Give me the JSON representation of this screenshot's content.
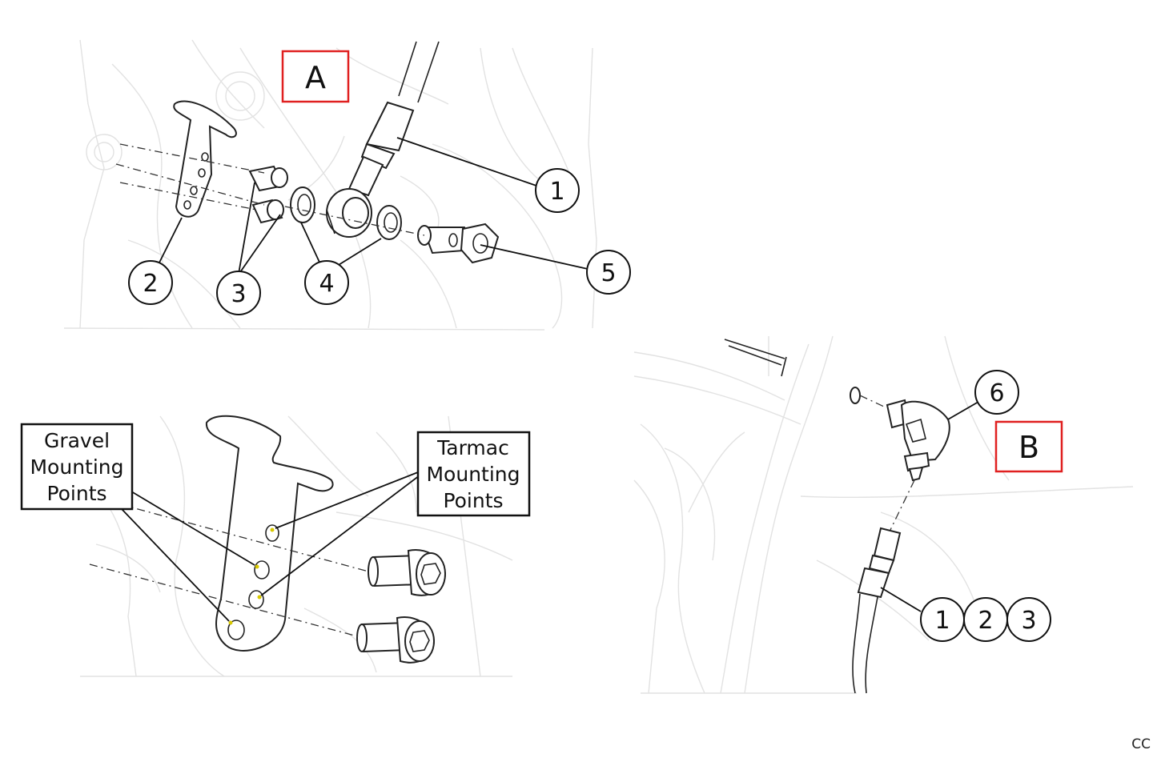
{
  "panels": {
    "A": {
      "label": "A",
      "callouts": [
        "1",
        "2",
        "3",
        "4",
        "5"
      ]
    },
    "B": {
      "label": "B",
      "callouts": [
        "6",
        "1",
        "2",
        "3"
      ]
    },
    "detail": {
      "gravel_label": [
        "Gravel",
        "Mounting",
        "Points"
      ],
      "tarmac_label": [
        "Tarmac",
        "Mounting",
        "Points"
      ]
    }
  },
  "footer": {
    "copyright": "CC"
  },
  "colors": {
    "label_box": "#e02020",
    "ink": "#111111",
    "ghost": "#e2e2e2",
    "mount_dot": "#d8c800"
  }
}
